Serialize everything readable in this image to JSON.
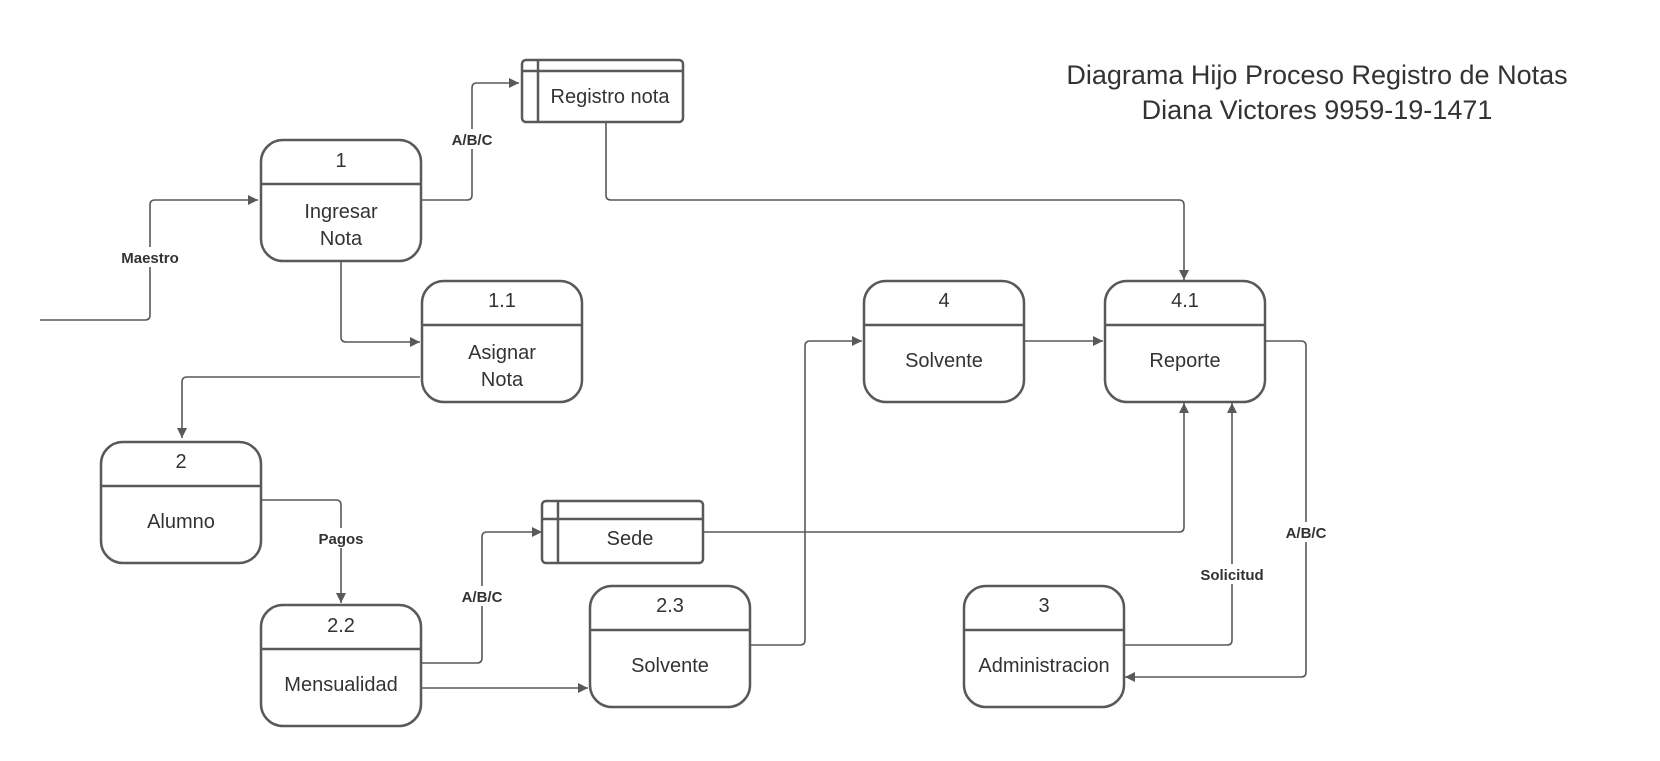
{
  "title": {
    "line1": "Diagrama Hijo Proceso Registro de Notas",
    "line2": "Diana Victores 9959-19-1471"
  },
  "colors": {
    "stroke": "#595959",
    "text": "#333333",
    "background": "#ffffff"
  },
  "processes": {
    "p1": {
      "id": "1",
      "line1": "Ingresar",
      "line2": "Nota"
    },
    "p11": {
      "id": "1.1",
      "line1": "Asignar",
      "line2": "Nota"
    },
    "p2": {
      "id": "2",
      "line1": "Alumno"
    },
    "p22": {
      "id": "2.2",
      "line1": "Mensualidad"
    },
    "p23": {
      "id": "2.3",
      "line1": "Solvente"
    },
    "p3": {
      "id": "3",
      "line1": "Administracion"
    },
    "p4": {
      "id": "4",
      "line1": "Solvente"
    },
    "p41": {
      "id": "4.1",
      "line1": "Reporte"
    }
  },
  "stores": {
    "registro": "Registro nota",
    "sede": "Sede"
  },
  "flows": {
    "maestro": "Maestro",
    "abc_registro": "A/B/C",
    "pagos": "Pagos",
    "abc_sede": "A/B/C",
    "solicitud": "Solicitud",
    "abc_reporte": "A/B/C"
  }
}
